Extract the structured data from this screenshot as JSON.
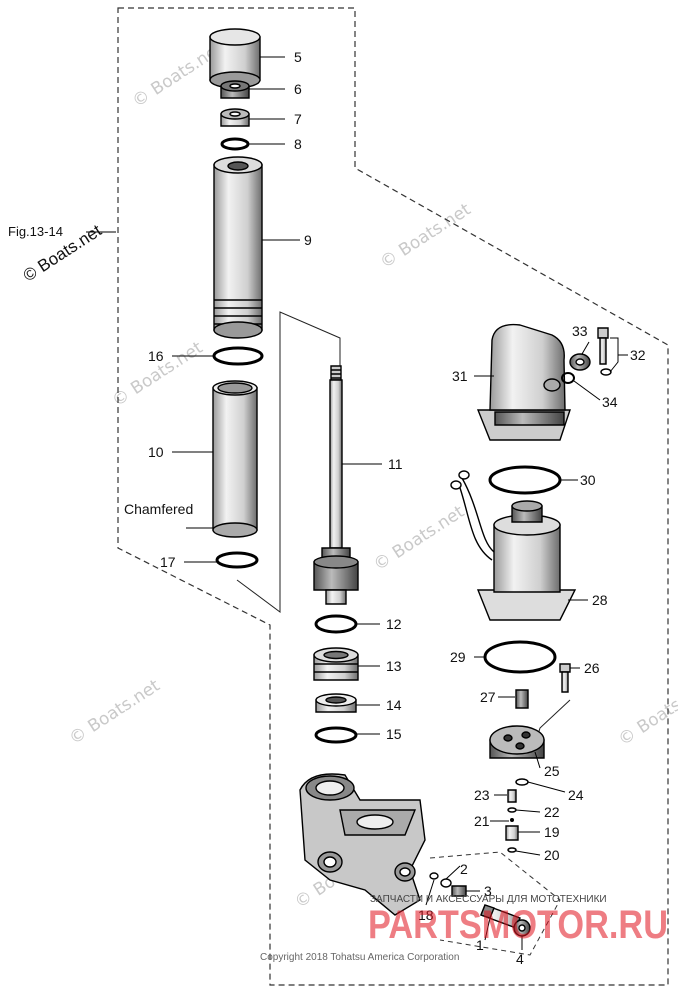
{
  "figure": {
    "fig_label": "Fig.13-14",
    "copyright_diag": "© Boats.net",
    "watermark": "© Boats.net",
    "copyright_footer": "Copyright 2018 Tohatsu America Corporation",
    "brand_main": "PARTSMOTOR.RU",
    "brand_sub": "ЗАПЧАСТИ И АКСЕССУАРЫ ДЛЯ МОТОТЕХНИКИ",
    "annotation": "Chamfered"
  },
  "callouts": [
    "5",
    "6",
    "7",
    "8",
    "9",
    "16",
    "10",
    "17",
    "11",
    "12",
    "13",
    "14",
    "15",
    "31",
    "33",
    "32",
    "34",
    "30",
    "28",
    "29",
    "26",
    "27",
    "25",
    "23",
    "24",
    "22",
    "21",
    "19",
    "20",
    "2",
    "3",
    "18",
    "1",
    "4"
  ]
}
